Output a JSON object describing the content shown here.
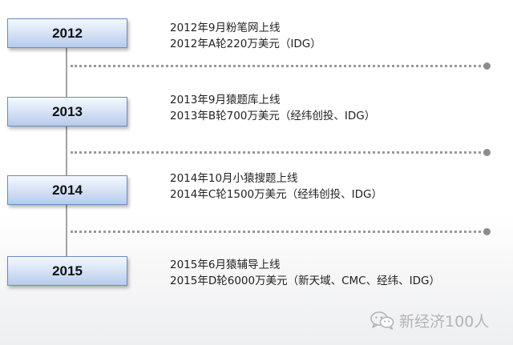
{
  "timeline": [
    {
      "year": "2012",
      "lines": [
        "2012年9月粉笔网上线",
        "2012年A轮220万美元（IDG）"
      ]
    },
    {
      "year": "2013",
      "lines": [
        "2013年9月猿题库上线",
        "2013年B轮700万美元（经纬创投、IDG）"
      ]
    },
    {
      "year": "2014",
      "lines": [
        "2014年10月小猿搜题上线",
        "2014年C轮1500万美元（经纬创投、IDG）"
      ]
    },
    {
      "year": "2015",
      "lines": [
        "2015年6月猿辅导上线",
        "2015年D轮6000万美元（新天域、CMC、经纬、IDG）"
      ]
    }
  ],
  "watermark": {
    "text": "新经济100人",
    "icon": "wechat-icon"
  },
  "colors": {
    "box_border": "#6b8cc0",
    "box_fill_top": "#f4f8fe",
    "box_fill_bottom": "#b6cbeb",
    "connector": "#a2a2a2",
    "dotted_line": "#999999",
    "end_dot": "#8d8d8d",
    "watermark": "#b4b4b4"
  }
}
